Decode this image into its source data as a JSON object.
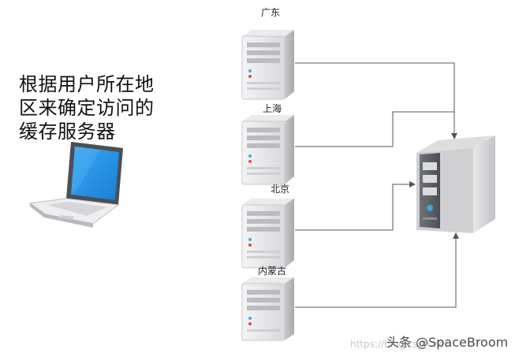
{
  "caption": {
    "lines": [
      "根据用户所在地",
      "区来确定访问的",
      "缓存服务器"
    ]
  },
  "servers": [
    {
      "label": "广东"
    },
    {
      "label": "上海"
    },
    {
      "label": "北京"
    },
    {
      "label": "内蒙古"
    }
  ],
  "origin_server": {
    "icon": "tower-server-icon"
  },
  "client": {
    "icon": "laptop-icon"
  },
  "watermark": {
    "url": "https://blog.csdn.net",
    "handle": "头条 @SpaceBroom"
  },
  "colors": {
    "connector": "#555555",
    "laptop_screen": "#1e90e8",
    "server_body": "#e4e4e6"
  }
}
